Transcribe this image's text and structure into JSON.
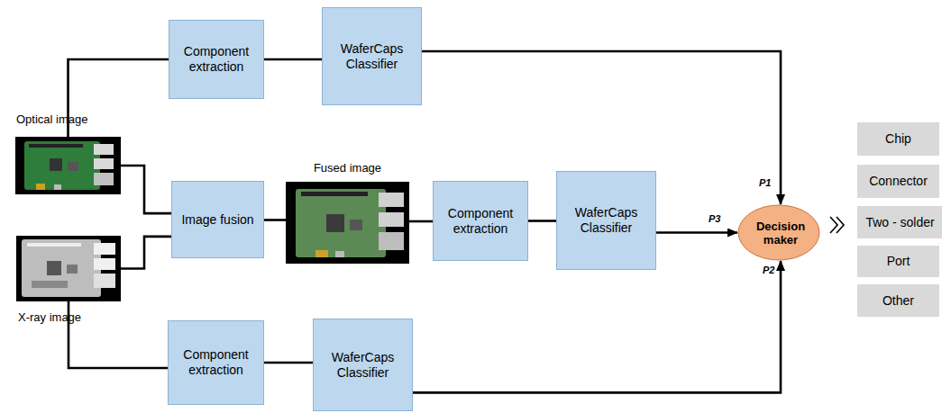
{
  "diagram": {
    "nodes": [
      {
        "text": [
          "Component extraction"
        ]
      },
      {
        "text": [
          "WaferCaps Classifier"
        ]
      },
      {
        "text": [
          "Optical image"
        ]
      },
      {
        "text": [
          "Image fusion"
        ]
      },
      {
        "text": [
          "Fused image"
        ]
      },
      {
        "text": [
          "Component extraction"
        ]
      },
      {
        "text": [
          "WaferCaps Classifier"
        ]
      },
      {
        "text": [
          "X-ray image"
        ]
      },
      {
        "text": [
          "Component extraction"
        ]
      },
      {
        "text": [
          "WaferCaps Classifier"
        ]
      },
      {
        "text": [
          "Decision maker"
        ]
      },
      {
        "text": [
          "Chip"
        ]
      },
      {
        "text": [
          "Connector"
        ]
      },
      {
        "text": [
          "Two - solder"
        ]
      },
      {
        "text": [
          "Port"
        ]
      },
      {
        "text": [
          "Other"
        ]
      }
    ],
    "edges": [
      {
        "from": 2,
        "to": 0,
        "arrow": "none"
      },
      {
        "from": 0,
        "to": 1,
        "arrow": "none"
      },
      {
        "from": 2,
        "to": 3,
        "arrow": "none"
      },
      {
        "from": 7,
        "to": 3,
        "arrow": "none"
      },
      {
        "from": 3,
        "to": 4,
        "arrow": "none"
      },
      {
        "from": 4,
        "to": 5,
        "arrow": "none"
      },
      {
        "from": 5,
        "to": 6,
        "arrow": "none"
      },
      {
        "from": 7,
        "to": 8,
        "arrow": "none"
      },
      {
        "from": 8,
        "to": 9,
        "arrow": "none"
      },
      {
        "from": 1,
        "to": 10,
        "label": "P1",
        "arrow": "to"
      },
      {
        "from": 6,
        "to": 10,
        "label": "P3",
        "arrow": "to"
      },
      {
        "from": 9,
        "to": 10,
        "label": "P2",
        "arrow": "to"
      }
    ]
  }
}
